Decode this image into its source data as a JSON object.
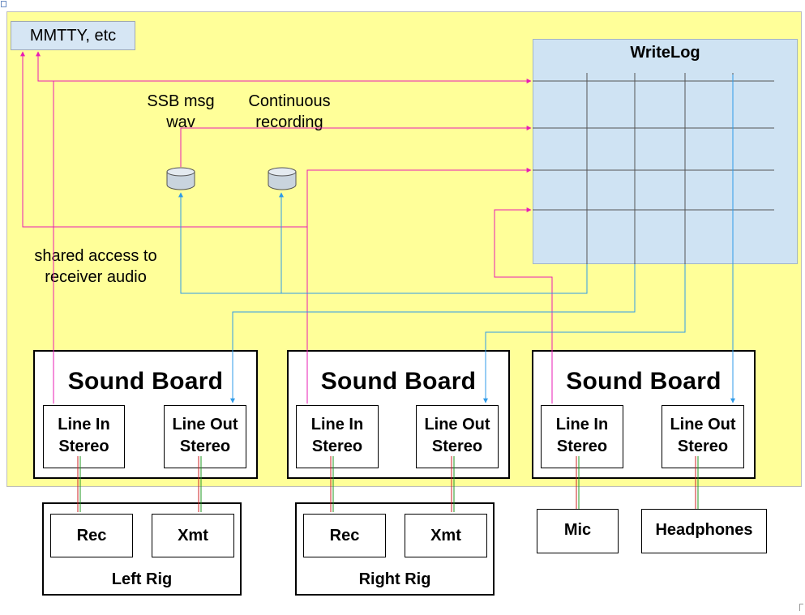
{
  "mmtty": "MMTTY, etc",
  "writelog": "WriteLog",
  "labels": {
    "ssb_line1": "SSB msg",
    "ssb_line2": "wav",
    "cont_line1": "Continuous",
    "cont_line2": "recording",
    "shared_line1": "shared access to",
    "shared_line2": "receiver audio"
  },
  "boards": [
    {
      "title": "Sound Board",
      "line_in": [
        "Line In",
        "Stereo"
      ],
      "line_out": [
        "Line Out",
        "Stereo"
      ]
    },
    {
      "title": "Sound Board",
      "line_in": [
        "Line In",
        "Stereo"
      ],
      "line_out": [
        "Line Out",
        "Stereo"
      ]
    },
    {
      "title": "Sound Board",
      "line_in": [
        "Line In",
        "Stereo"
      ],
      "line_out": [
        "Line Out",
        "Stereo"
      ]
    }
  ],
  "rigs": [
    {
      "rec": "Rec",
      "xmt": "Xmt",
      "name": "Left Rig"
    },
    {
      "rec": "Rec",
      "xmt": "Xmt",
      "name": "Right Rig"
    }
  ],
  "mic": "Mic",
  "headphones": "Headphones",
  "colors": {
    "background": "#ffff99",
    "writelog_fill": "#cfe3f3",
    "magenta_wire": "#e81cb4",
    "blue_wire": "#2f9be8",
    "grid_line": "#555555"
  }
}
